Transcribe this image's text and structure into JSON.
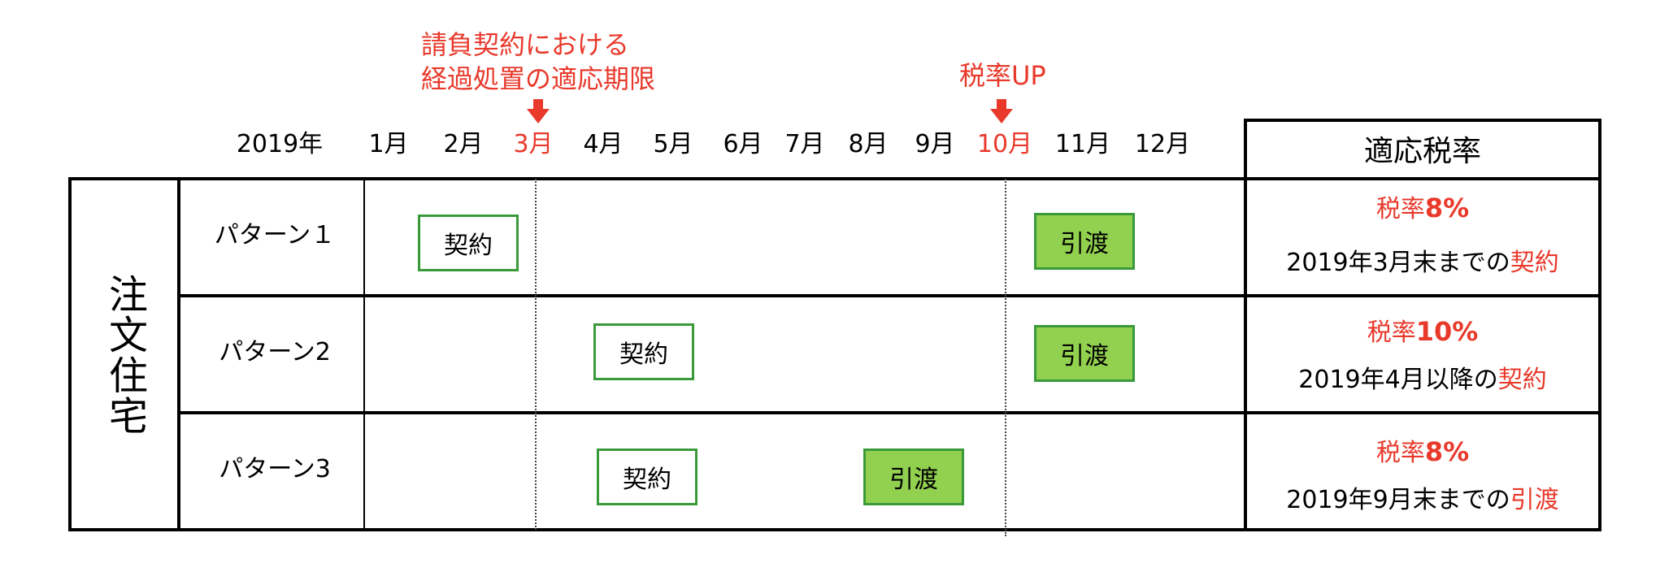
{
  "annotations": {
    "contract_deadline_line1": "請負契約における",
    "contract_deadline_line2": "経過処置の適応期限",
    "tax_up": "税率UP"
  },
  "timeline": {
    "year_label": "2019年",
    "months": [
      "1月",
      "2月",
      "3月",
      "4月",
      "5月",
      "6月",
      "7月",
      "8月",
      "9月",
      "10月",
      "11月",
      "12月"
    ],
    "highlighted_months": [
      "3月",
      "10月"
    ]
  },
  "table": {
    "category": "注文住宅",
    "rate_header": "適応税率",
    "rows": [
      {
        "pattern": "パターン１",
        "contract_label": "契約",
        "handover_label": "引渡",
        "rate_prefix": "税率",
        "rate_value": "8%",
        "condition_text": "2019年3月末までの",
        "condition_emphasis": "契約"
      },
      {
        "pattern": "パターン2",
        "contract_label": "契約",
        "handover_label": "引渡",
        "rate_prefix": "税率",
        "rate_value": "10%",
        "condition_text": "2019年4月以降の",
        "condition_emphasis": "契約"
      },
      {
        "pattern": "パターン3",
        "contract_label": "契約",
        "handover_label": "引渡",
        "rate_prefix": "税率",
        "rate_value": "8%",
        "condition_text": "2019年9月末までの",
        "condition_emphasis": "引渡"
      }
    ]
  },
  "colors": {
    "accent_red": "#e8392b",
    "handover_fill": "#92d050",
    "box_border_green": "#3a9a3a"
  }
}
